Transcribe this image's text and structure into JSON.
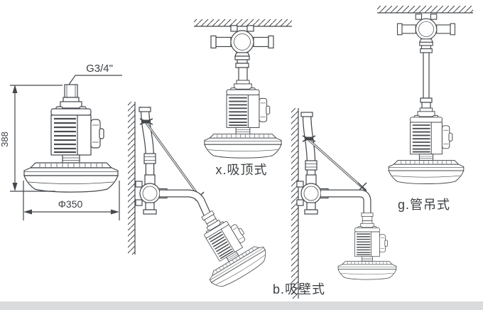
{
  "figure": {
    "type": "lamp-installation-technical-drawing",
    "views": [
      "dimension-view",
      "ceiling-mount",
      "wall-mount",
      "pipe-mount"
    ]
  },
  "colors": {
    "ink": "#44484c",
    "background": "#ffffff",
    "footer_strip": "#d9dbdd"
  },
  "dimension_view": {
    "thread_label": "G3/4\"",
    "height_label": "388",
    "diameter_label": "Φ350"
  },
  "mounting_styles": {
    "ceiling": {
      "label": "x.吸顶式"
    },
    "wall": {
      "label": "b.吸壁式"
    },
    "pipe": {
      "label": "g.管吊式"
    }
  }
}
